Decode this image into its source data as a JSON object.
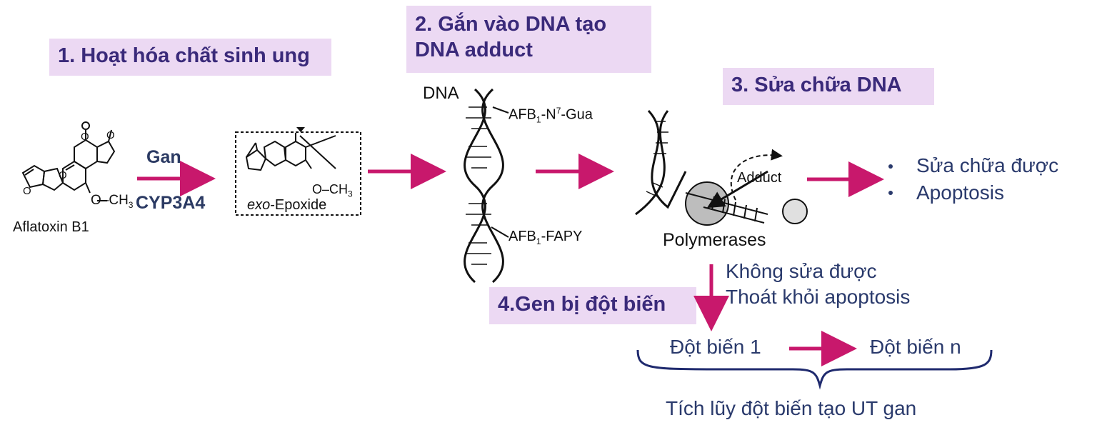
{
  "steps": {
    "step1": "1. Hoạt hóa chất sinh ung",
    "step2_line1": "2. Gắn vào DNA tạo",
    "step2_line2": "DNA adduct",
    "step3": "3. Sửa chữa DNA",
    "step4": "4.Gen bị đột biến"
  },
  "molecules": {
    "aflatoxin": "Aflatoxin B1",
    "och3": "O–CH",
    "epoxide_prefix": "exo",
    "epoxide_suffix": "-Epoxide",
    "epoxide_och3": "O–CH"
  },
  "enzyme": {
    "organ": "Gan",
    "name": "CYP3A4"
  },
  "dna": {
    "title": "DNA",
    "adduct1": "AFB",
    "adduct1_rest": "-N",
    "adduct1_gua": "-Gua",
    "adduct2": "AFB",
    "adduct2_rest": "-FAPY"
  },
  "repair": {
    "adduct_label": "Adduct",
    "polymerases": "Polymerases"
  },
  "outcomes": {
    "repaired": "Sửa chữa được",
    "apoptosis": "Apoptosis",
    "not_repaired": "Không sửa được",
    "escape": "Thoát khỏi apoptosis",
    "mutation1": "Đột biến 1",
    "mutation_n": "Đột biến n",
    "accumulation": "Tích lũy đột biến tạo UT gan"
  },
  "colors": {
    "arrow": "#c8186c",
    "step_bg": "#ecd9f3",
    "step_text": "#3a2a7a",
    "text": "#2a3a6c",
    "brace": "#1f2a6e"
  }
}
